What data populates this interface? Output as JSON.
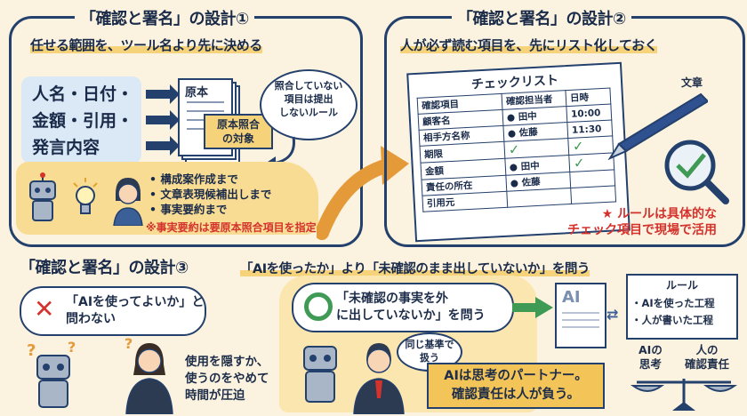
{
  "panel1": {
    "title": "「確認と署名」の設計①",
    "subtitle": "任せる範囲を、ツール名より先に決める",
    "items_lines": [
      "人名・日付・",
      "金額・引用・",
      "発言内容"
    ],
    "doc_label": "原本",
    "target_label_lines": [
      "原本照合",
      "の対象"
    ],
    "bubble_lines": [
      "照合していない",
      "項目は提出",
      "しないルール"
    ],
    "list": [
      "構成案作成まで",
      "文章表現候補出しまで",
      "事実要約まで"
    ],
    "note": "※事実要約は要原本照合項目を指定"
  },
  "panel2": {
    "title": "「確認と署名」の設計②",
    "subtitle": "人が必ず読む項目を、先にリスト化しておく",
    "doc_label": "文章",
    "checklist_title": "チェックリスト",
    "headers": [
      "確認項目",
      "確認担当者",
      "日時"
    ],
    "rows": [
      {
        "item": "顧客名",
        "person": "田中",
        "time": "10:00",
        "check": false
      },
      {
        "item": "相手方名称",
        "person": "佐藤",
        "time": "11:30",
        "check": false
      },
      {
        "item": "期限",
        "person": "",
        "time": "",
        "check": true
      },
      {
        "item": "金額",
        "person": "田中",
        "time": "",
        "check": true
      },
      {
        "item": "責任の所在",
        "person": "佐藤",
        "time": "",
        "check": false
      },
      {
        "item": "引用元",
        "person": "",
        "time": "",
        "check": false
      }
    ],
    "note_lines": [
      "★ ルールは具体的な",
      "チェック項目で現場で活用"
    ]
  },
  "panel3": {
    "title": "「確認と署名」の設計③",
    "headline": "「AIを使ったか」より「未確認のまま出していないか」を問う",
    "left_bubble_lines": [
      "「AIを使ってよいか」と",
      "問わない"
    ],
    "left_caption_lines": [
      "使用を隠すか、",
      "使うのをやめて",
      "時間が圧迫"
    ],
    "center_bubble_lines": [
      "「未確認の事実を外",
      "に出していないか」を問う"
    ],
    "small_bubble_lines": [
      "同じ基準で",
      "扱う"
    ],
    "banner_lines": [
      "AIは思考のパートナー。",
      "確認責任は人が負う。"
    ],
    "doc_label": "AI",
    "rule_title": "ルール",
    "rule_items": [
      "・AIを使った工程",
      "・人が書いた工程"
    ],
    "scale_left_lines": [
      "AIの",
      "思考"
    ],
    "scale_right_lines": [
      "人の",
      "確認責任"
    ]
  },
  "colors": {
    "navy": "#24406c",
    "red": "#d4322c",
    "green": "#3f9a55",
    "cream": "#fbf3df",
    "panel_blue": "#dbe9f6",
    "highlight": "#f6d37a"
  }
}
